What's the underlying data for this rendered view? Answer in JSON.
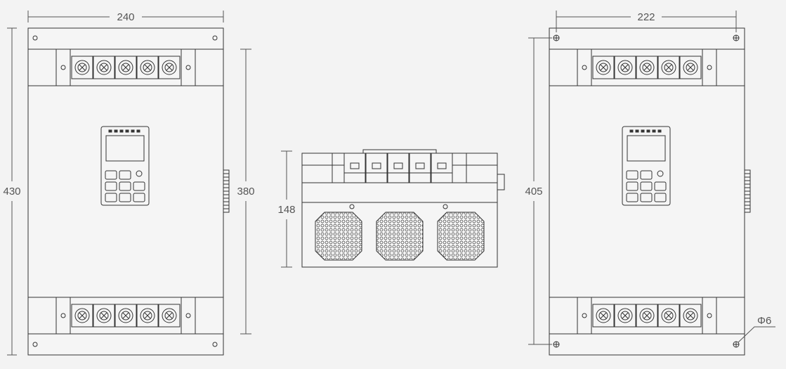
{
  "dimensions": {
    "front_width": "240",
    "front_height": "430",
    "mount_height_front": "380",
    "side_height": "148",
    "rear_width": "222",
    "rear_height": "405",
    "hole_diameter": "Φ6"
  },
  "colors": {
    "line": "#333333",
    "dim_line": "#555555",
    "fill": "#f5f5f5",
    "background": "#f3f3f3"
  }
}
